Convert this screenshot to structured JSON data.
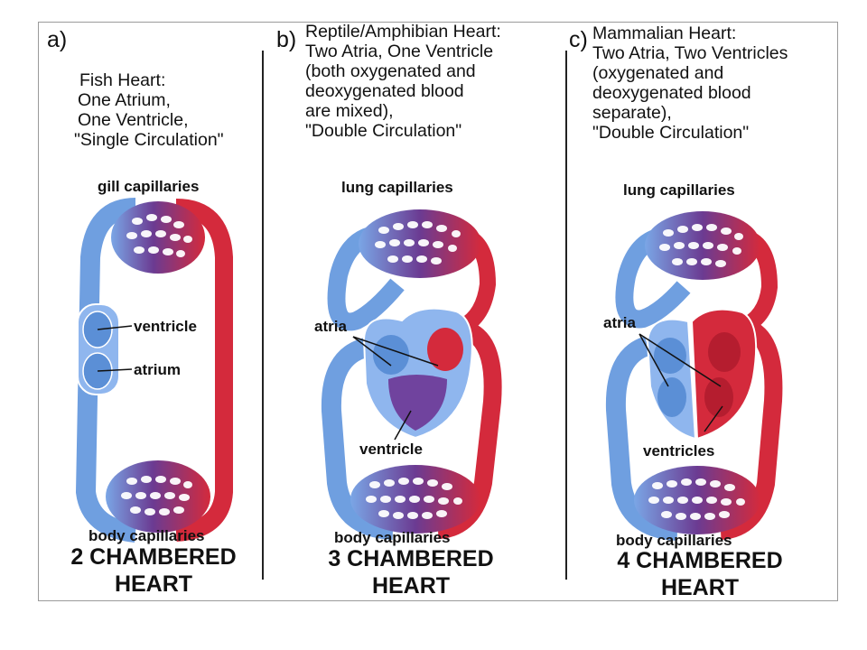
{
  "panels": [
    {
      "id": "a",
      "letter": "a)",
      "description": [
        "Fish Heart:",
        "One Atrium,",
        "One Ventricle,",
        "\"Single Circulation\""
      ],
      "top_capillaries": "gill capillaries",
      "bottom_capillaries": "body capillaries",
      "labels": [
        "ventricle",
        "atrium"
      ],
      "chamber_title": [
        "2 CHAMBERED",
        "HEART"
      ]
    },
    {
      "id": "b",
      "letter": "b)",
      "description": [
        "Reptile/Amphibian Heart:",
        "Two  Atria, One Ventricle",
        "(both oxygenated and",
        "deoxygenated blood",
        "are mixed),",
        "\"Double Circulation\""
      ],
      "top_capillaries": "lung capillaries",
      "bottom_capillaries": "body capillaries",
      "labels": [
        "atria",
        "ventricle"
      ],
      "chamber_title": [
        "3 CHAMBERED",
        "HEART"
      ]
    },
    {
      "id": "c",
      "letter": "c)",
      "description": [
        "Mammalian Heart:",
        "Two  Atria, Two Ventricles",
        "(oxygenated and",
        "deoxygenated blood",
        "separate),",
        "\"Double Circulation\""
      ],
      "top_capillaries": "lung capillaries",
      "bottom_capillaries": "body capillaries",
      "labels": [
        "atria",
        "ventricles"
      ],
      "chamber_title": [
        "4 CHAMBERED",
        "HEART"
      ]
    }
  ],
  "colors": {
    "oxygenated": "#d42a3c",
    "deoxygenated": "#6f9fe0",
    "mixed": "#6b2f8f",
    "capillary_bed": "#5a2a78"
  }
}
